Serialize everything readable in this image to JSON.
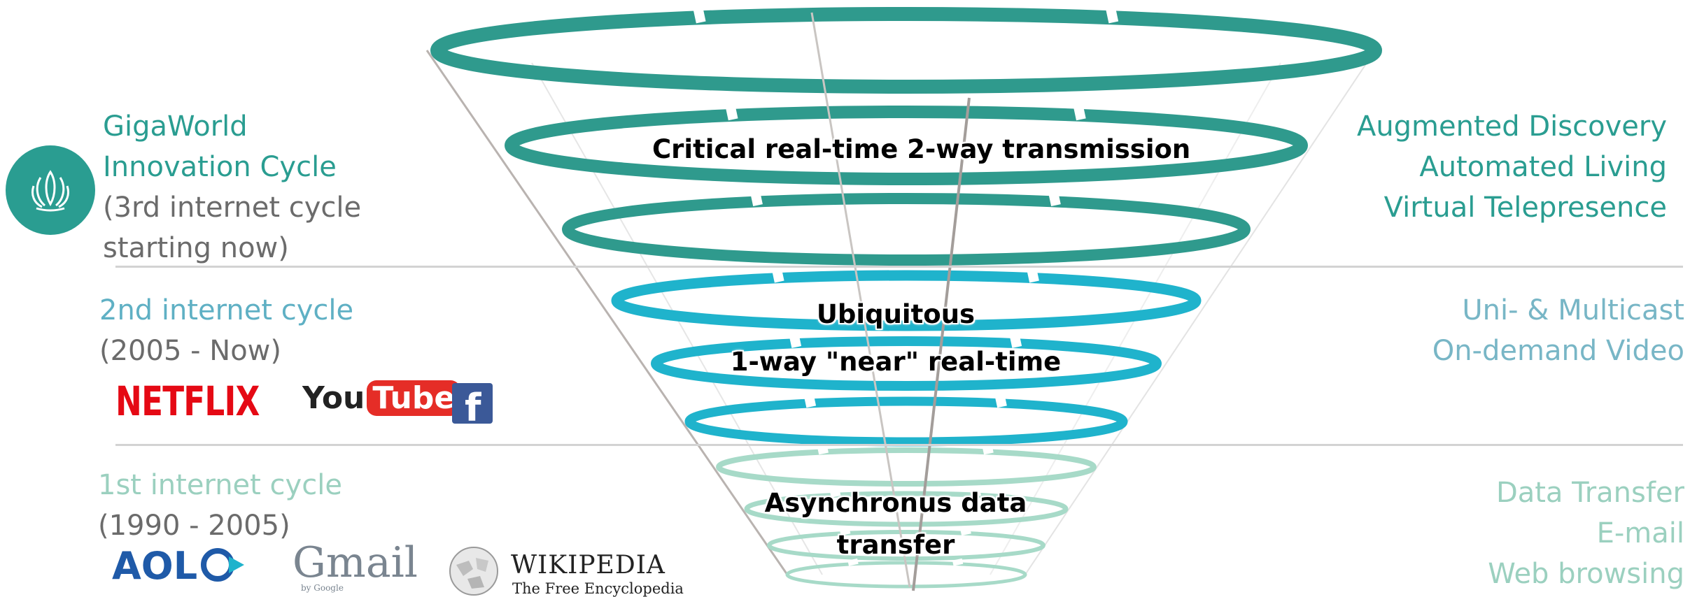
{
  "brand_color": "#2a9d91",
  "cycles": [
    {
      "id": "third",
      "left_lines": [
        {
          "text": "GigaWorld",
          "color": "#2a9d91"
        },
        {
          "text": "Innovation Cycle",
          "color": "#2a9d91"
        },
        {
          "text": "(3rd internet cycle",
          "color": "#6b6b6b"
        },
        {
          "text": "starting now)",
          "color": "#6b6b6b"
        }
      ],
      "right_lines": [
        "Augmented Discovery",
        "Automated Living",
        "Virtual Telepresence"
      ],
      "right_color": "#2a9d91",
      "ring_color": "#2f9a8d",
      "center_labels": [
        "Critical real-time 2-way transmission"
      ]
    },
    {
      "id": "second",
      "left_lines": [
        {
          "text": "2nd internet cycle",
          "color": "#5fb0c4"
        },
        {
          "text": "(2005 - Now)",
          "color": "#6b6b6b"
        }
      ],
      "right_lines": [
        "Uni- & Multicast",
        "On-demand Video"
      ],
      "right_color": "#78b6c6",
      "ring_color": "#1fb3cc",
      "center_labels": [
        "Ubiquitous",
        "1-way \"near\" real-time"
      ],
      "logos": [
        {
          "name": "netflix-logo",
          "text": "NETFLIX"
        },
        {
          "name": "youtube-logo",
          "text_you": "You",
          "text_tube": "Tube"
        },
        {
          "name": "facebook-logo",
          "text": "f"
        }
      ]
    },
    {
      "id": "first",
      "left_lines": [
        {
          "text": "1st internet cycle",
          "color": "#9bd0bf"
        },
        {
          "text": "(1990 - 2005)",
          "color": "#6b6b6b"
        }
      ],
      "right_lines": [
        "Data Transfer",
        "E-mail",
        "Web browsing"
      ],
      "right_color": "#9bd0bf",
      "ring_color": "#a7dac8",
      "center_labels": [
        "Asynchronus data",
        "transfer"
      ],
      "logos": [
        {
          "name": "aol-logo",
          "text": "AOL"
        },
        {
          "name": "gmail-logo",
          "text": "Gmail",
          "sub": "by Google"
        },
        {
          "name": "wikipedia-logo",
          "title": "WIKIPEDIA",
          "sub": "The Free Encyclopedia"
        }
      ]
    }
  ],
  "brand_icon": "lotus-icon"
}
